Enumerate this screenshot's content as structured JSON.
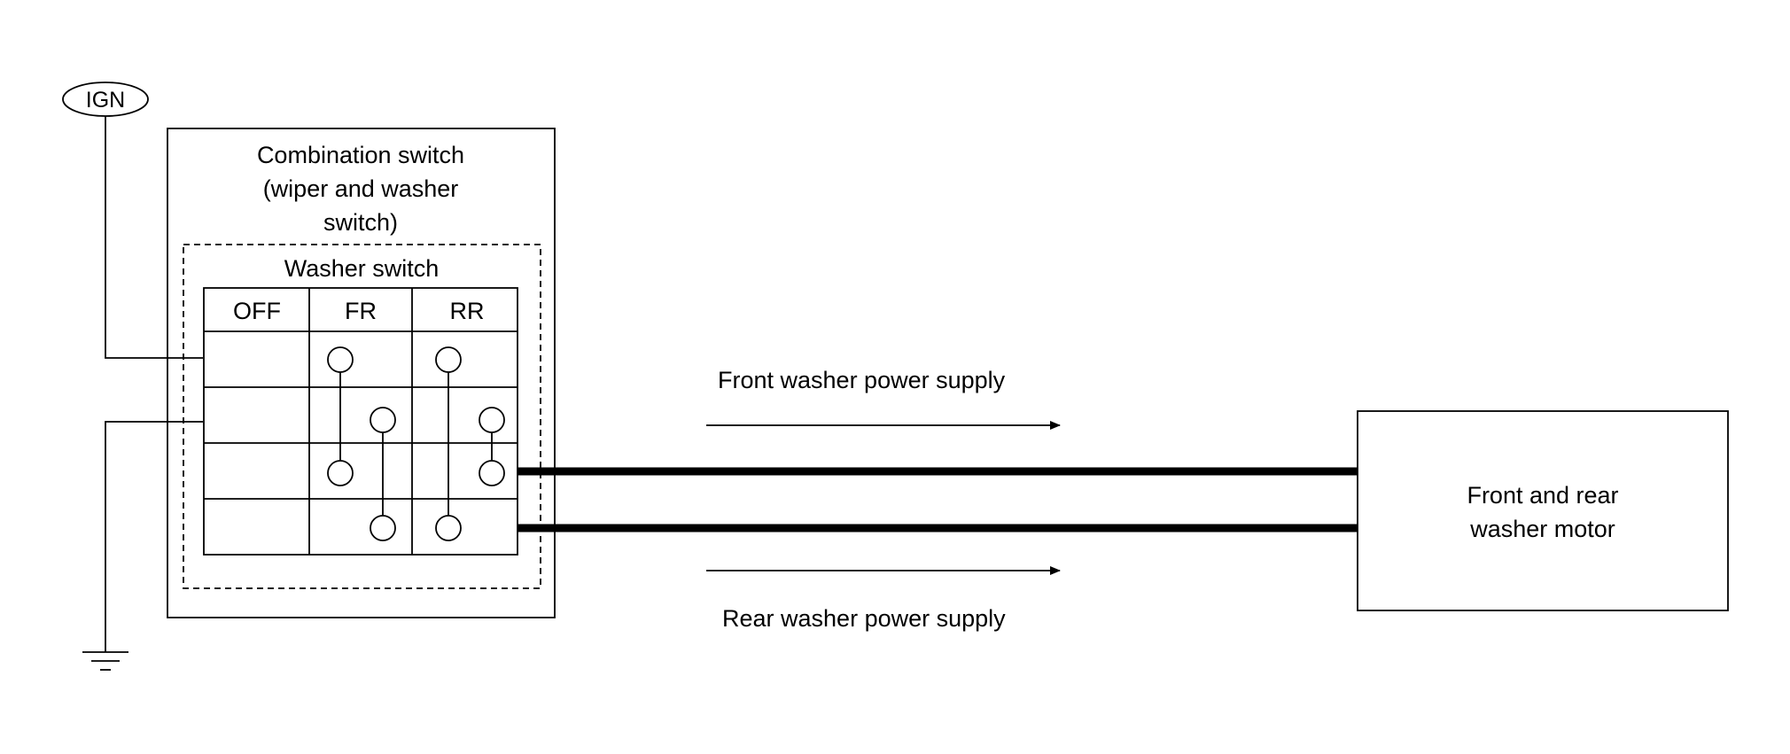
{
  "ign_label": "IGN",
  "combination_switch": {
    "title_lines": [
      "Combination switch",
      "(wiper and washer",
      "switch)"
    ]
  },
  "washer_switch": {
    "title": "Washer switch",
    "columns": [
      "OFF",
      "FR",
      "RR"
    ]
  },
  "front_supply_label": "Front washer power supply",
  "rear_supply_label": "Rear washer power supply",
  "motor": {
    "lines": [
      "Front and rear",
      "washer motor"
    ]
  }
}
